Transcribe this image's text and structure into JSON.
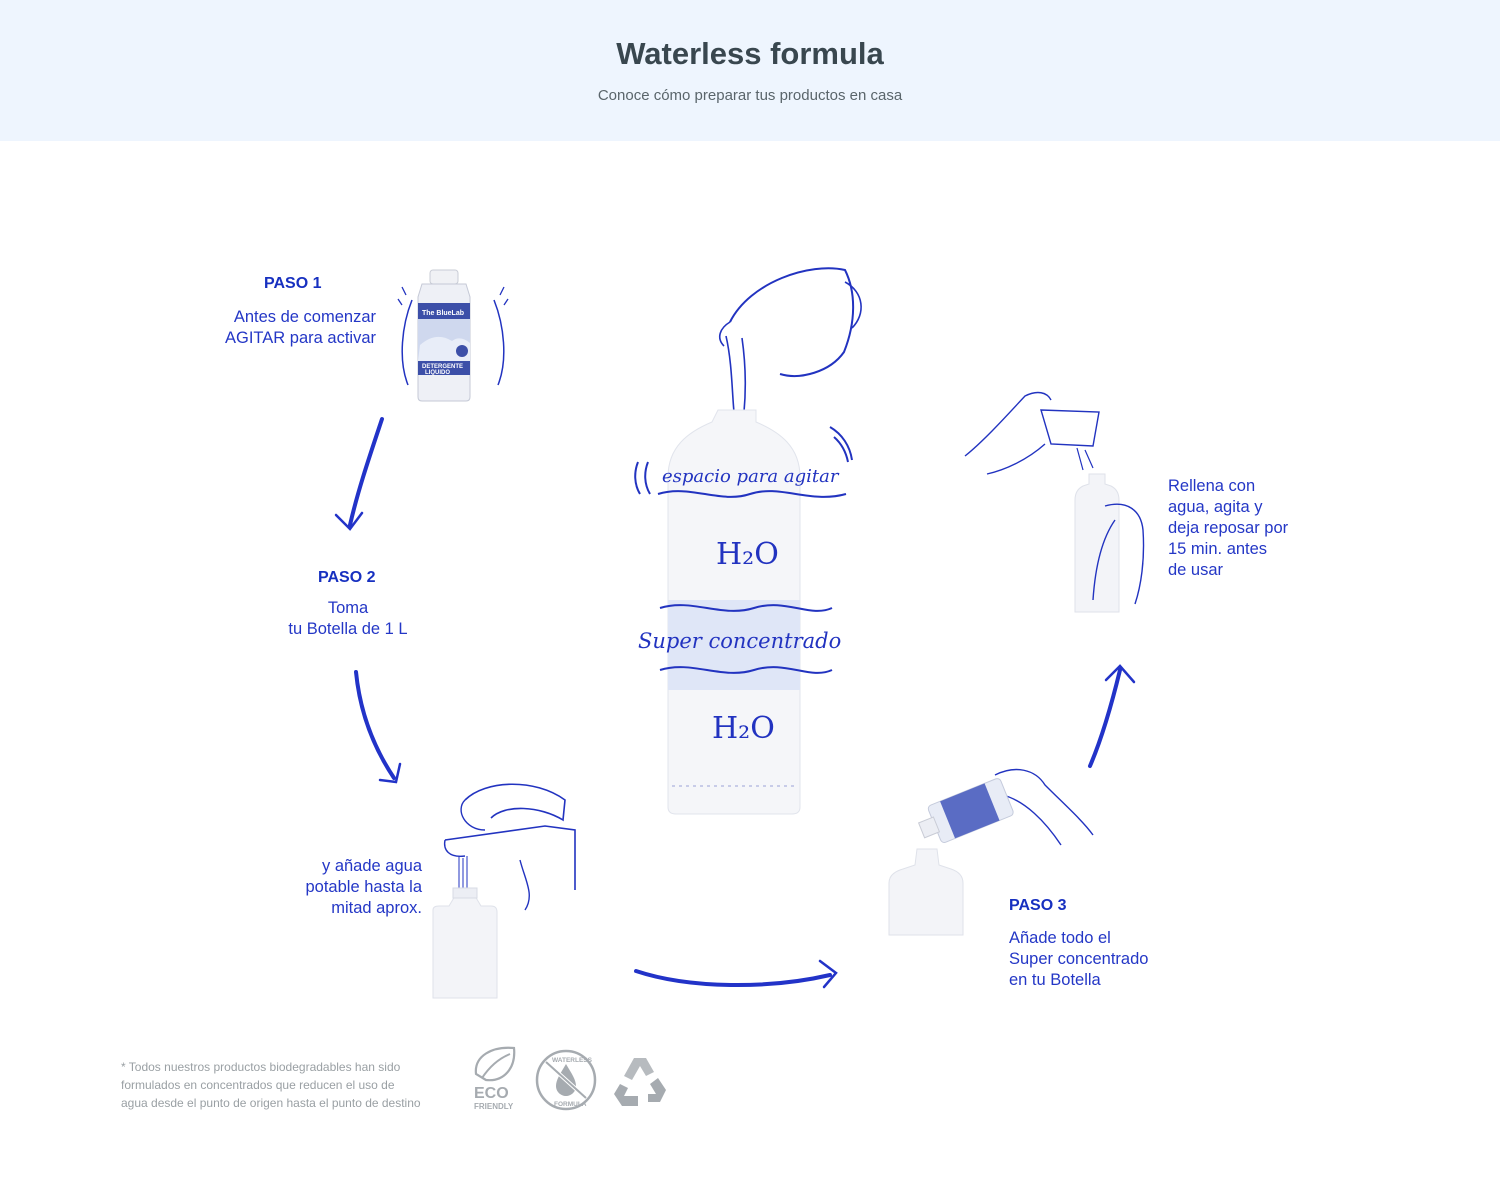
{
  "header": {
    "title": "Waterless formula",
    "subtitle": "Conoce cómo preparar tus productos en casa"
  },
  "steps": {
    "paso1": {
      "label": "PASO 1",
      "lines": [
        "Antes de comenzar",
        "AGITAR para activar"
      ]
    },
    "paso2": {
      "label": "PASO 2",
      "lines": [
        "Toma",
        "tu Botella de 1 L"
      ]
    },
    "water": {
      "lines": [
        "y añade agua",
        "potable hasta la",
        "mitad aprox."
      ]
    },
    "paso3": {
      "label": "PASO 3",
      "lines": [
        "Añade todo el",
        "Super concentrado",
        "en tu Botella"
      ]
    },
    "final": {
      "lines": [
        "Rellena con",
        "agua, agita y",
        "deja reposar por",
        "15 min. antes",
        "de usar"
      ]
    }
  },
  "bottle": {
    "shake_label": "espacio para agitar",
    "h2o_label": "H₂O",
    "concentrate_label": "Super concentrado"
  },
  "product": {
    "brand": "The BlueLab",
    "name_line1": "DETERGENTE",
    "name_line2": "LIQUIDO"
  },
  "footnote": {
    "lines": [
      "* Todos nuestros productos biodegradables han sido",
      "formulados en concentrados que reducen el uso de",
      "agua desde el punto de origen hasta el punto de destino"
    ]
  },
  "badges": {
    "eco": {
      "line1": "ECO",
      "line2": "FRIENDLY",
      "icon": "eco-leaf-icon"
    },
    "waterless": {
      "top": "WATERLESS",
      "bottom": "FORMULA",
      "icon": "waterless-drop-icon"
    },
    "recycle": {
      "icon": "recycle-icon"
    }
  },
  "colors": {
    "accent": "#1a2fc4",
    "header_bg": "#eef5fe",
    "title": "#39474f",
    "muted": "#9aa0a4"
  }
}
